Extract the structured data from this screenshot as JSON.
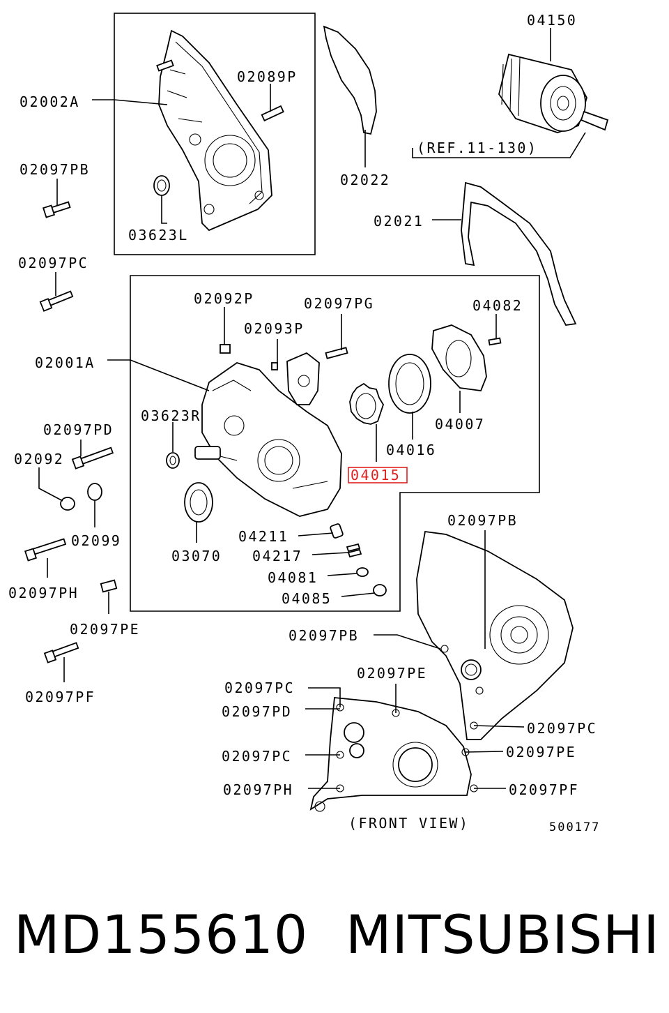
{
  "labels": {
    "l02002A": "02002A",
    "l02089P": "02089P",
    "l03623L": "03623L",
    "l02022": "02022",
    "l04150": "04150",
    "ref": "(REF.11-130)",
    "l02021": "02021",
    "l02097PB_a": "02097PB",
    "l02097PC_a": "02097PC",
    "l02001A": "02001A",
    "l02092P": "02092P",
    "l02097PG": "02097PG",
    "l04082": "04082",
    "l02093P": "02093P",
    "l03623R": "03623R",
    "l04007": "04007",
    "l04016": "04016",
    "l04015": "04015",
    "l02097PD_a": "02097PD",
    "l02092": "02092",
    "l02099": "02099",
    "l03070": "03070",
    "l04211": "04211",
    "l04217": "04217",
    "l04081": "04081",
    "l04085": "04085",
    "l02097PH_a": "02097PH",
    "l02097PE_a": "02097PE",
    "l02097PF_a": "02097PF",
    "l02097PB_b": "02097PB",
    "l02097PB_c": "02097PB",
    "l02097PE_b": "02097PE",
    "l02097PC_b": "02097PC",
    "l02097PD_b": "02097PD",
    "l02097PC_c": "02097PC",
    "l02097PE_c": "02097PE",
    "l02097PC_d": "02097PC",
    "l02097PH_b": "02097PH",
    "l02097PF_b": "02097PF",
    "front_view": "(FRONT VIEW)",
    "drawing_no": "500177"
  },
  "highlight": {
    "part": "04015",
    "color": "#e02020"
  },
  "footer": {
    "part_number": "MD155610",
    "brand": "MITSUBISHI"
  }
}
